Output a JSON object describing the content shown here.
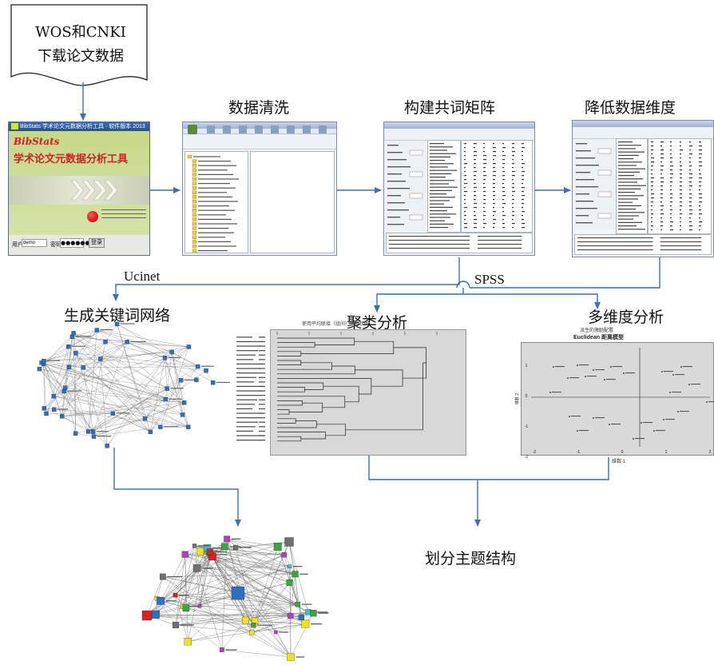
{
  "source": {
    "line1": "WOS和CNKI",
    "line2": "下载论文数据"
  },
  "steps": {
    "clean": "数据清洗",
    "matrix": "构建共词矩阵",
    "reduce": "降低数据维度",
    "network": "生成关键词网络",
    "cluster": "聚类分析",
    "mds": "多维度分析",
    "result": "划分主题结构"
  },
  "tools": {
    "ucinet": "Ucinet",
    "spss": "SPSS"
  },
  "app": {
    "window_title": "BibStats 学术论文元数据分析工具 · 软件版本 2013",
    "logo": "BibStats",
    "subtitle": "学术论文元数据分析工具",
    "user_label": "用户",
    "user_value": "demo",
    "password_label": "密码",
    "password_value": "●●●●●●",
    "login_button": "登录"
  },
  "dendrogram": {
    "title": "使用平均联接（组间）的树状图"
  },
  "mds_plot": {
    "title": "Euclidean 距离模型",
    "subtitle": "派生的激励配置",
    "xlabel": "维数 1",
    "ylabel": "维数 2",
    "xticks": [
      "-2",
      "-1",
      "0",
      "1",
      "2"
    ],
    "yticks": [
      "1",
      "0",
      "-1",
      "-2"
    ]
  },
  "colors": {
    "arrow": "#3f6fb0",
    "node_blue": "#2f6fc0",
    "node_red": "#e02020",
    "node_green": "#38a838",
    "node_purple": "#b040c0",
    "node_gray": "#707070",
    "node_cyan": "#3cc0d0",
    "node_yellow": "#f0e020"
  }
}
